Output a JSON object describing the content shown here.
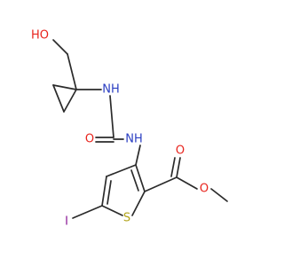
{
  "molecule": {
    "atoms": {
      "hydroxyl": "HO",
      "amine_upper": "NH",
      "carbonyl_oxygen": "O",
      "amine_lower": "NH",
      "ester_carbonyl_oxygen": "O",
      "ester_oxygen": "O",
      "sulfur": "S",
      "iodine": "I"
    },
    "colors": {
      "bond": "#2b2b2b",
      "oxygen": "#e8231c",
      "nitrogen": "#2a3ec2",
      "sulfur": "#b2a318",
      "iodine": "#8b1b96"
    }
  }
}
